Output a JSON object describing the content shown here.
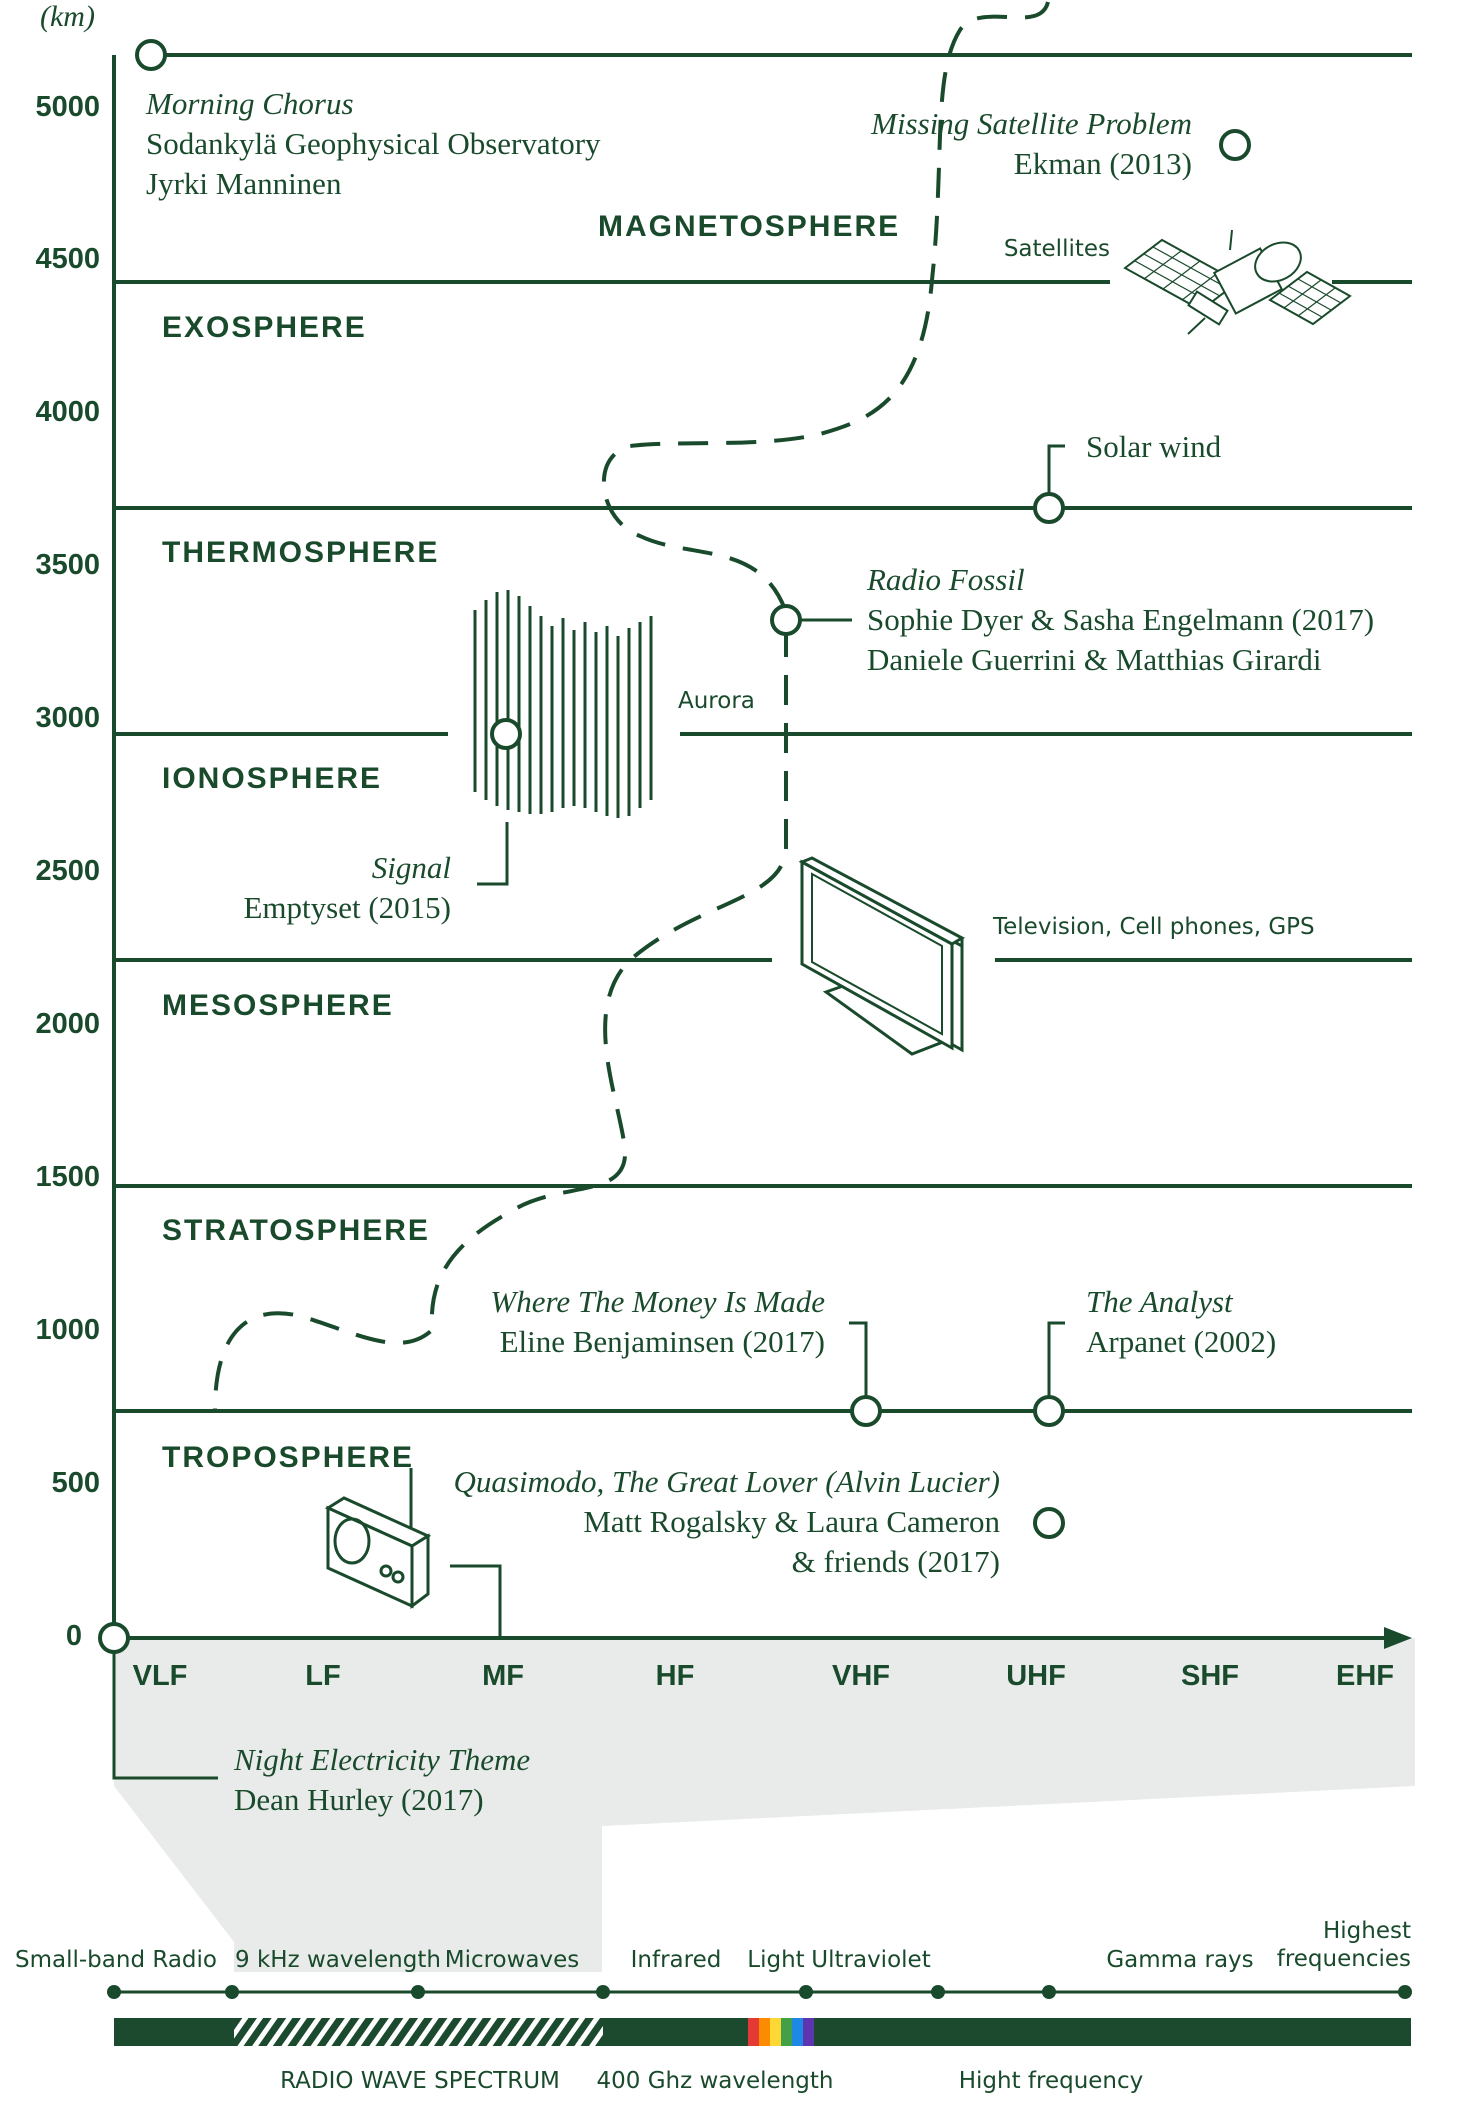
{
  "colors": {
    "ink": "#1a4a2c",
    "shade": "#e8ebe9",
    "accent_dark": "#1c4a2e"
  },
  "axis": {
    "unit": "(km)",
    "altitude_ticks": [
      "5000",
      "4500",
      "4000",
      "3500",
      "3000",
      "2500",
      "2000",
      "1500",
      "1000",
      "500",
      "0"
    ],
    "bands": [
      "VLF",
      "LF",
      "MF",
      "HF",
      "VHF",
      "UHF",
      "SHF",
      "EHF"
    ]
  },
  "layers": [
    "MAGNETOSPHERE",
    "EXOSPHERE",
    "THERMOSPHERE",
    "IONOSPHERE",
    "MESOSPHERE",
    "STRATOSPHERE",
    "TROPOSPHERE"
  ],
  "works": [
    {
      "title": "Morning Chorus",
      "lines": [
        "Sodankylä Geophysical Observatory",
        "Jyrki Manninen"
      ]
    },
    {
      "title": "Missing Satellite Problem",
      "lines": [
        "Ekman (2013)"
      ]
    },
    {
      "title": "Radio Fossil",
      "lines": [
        "Sophie Dyer & Sasha Engelmann (2017)",
        "Daniele Guerrini & Matthias Girardi"
      ]
    },
    {
      "title": "Signal",
      "lines": [
        "Emptyset (2015)"
      ]
    },
    {
      "title": "Where The Money Is Made",
      "lines": [
        "Eline Benjaminsen (2017)"
      ]
    },
    {
      "title": "The Analyst",
      "lines": [
        "Arpanet (2002)"
      ]
    },
    {
      "title": "Quasimodo, The Great Lover (Alvin Lucier)",
      "lines": [
        "Matt Rogalsky & Laura Cameron",
        "& friends (2017)"
      ]
    },
    {
      "title": "Night Electricity Theme",
      "lines": [
        "Dean Hurley (2017)"
      ]
    }
  ],
  "labels": {
    "satellites": "Satellites",
    "solar_wind": "Solar wind",
    "aurora": "Aurora",
    "tv": "Television, Cell phones, GPS"
  },
  "spectrum": {
    "top_labels": [
      "Small-band Radio",
      "9 kHz wavelength",
      "Microwaves",
      "Infrared",
      "Light",
      "Ultraviolet",
      "Gamma rays"
    ],
    "highest": [
      "Highest",
      "frequencies"
    ],
    "bottom_labels": [
      "RADIO WAVE SPECTRUM",
      "400 Ghz wavelength",
      "Hight frequency"
    ],
    "light_colors": [
      "#e53935",
      "#fb8c00",
      "#fdd835",
      "#43a047",
      "#1e88e5",
      "#5e35b1"
    ]
  }
}
